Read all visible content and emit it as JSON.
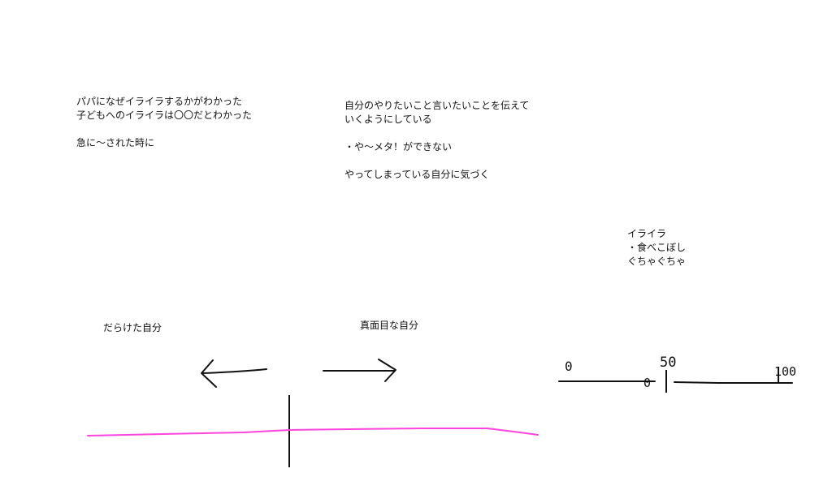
{
  "notes": {
    "left": {
      "line1": "パパになぜイライラするかがわかった",
      "line2": "子どもへのイライラは〇〇だとわかった",
      "line3": "",
      "line4": "急に〜された時に"
    },
    "middle": {
      "line1": "自分のやりたいこと言いたいことを伝えて",
      "line2": "いくようにしている",
      "line3": "",
      "line4": "・や〜メタ！ができない",
      "line5": "",
      "line6": "やってしまっている自分に気づく"
    },
    "right": {
      "line1": "イライラ",
      "line2": "・食べこぼし",
      "line3": "ぐちゃぐちゃ"
    }
  },
  "spectrum": {
    "left_label": "だらけた自分",
    "right_label": "真面目な自分",
    "curve_color": "#ff44dd"
  },
  "scale": {
    "min_label": "0",
    "mid_label": "50",
    "max_label": "100",
    "marker_label": "0",
    "line_color": "#111111"
  }
}
